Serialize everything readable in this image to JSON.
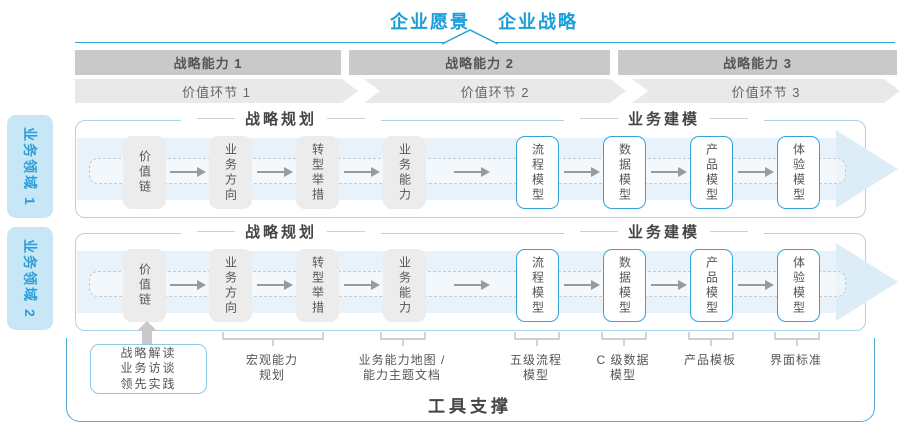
{
  "header": {
    "vision_label": "企业愿景",
    "strategy_label": "企业战略"
  },
  "strategic_capabilities": [
    {
      "label": "战略能力 1"
    },
    {
      "label": "战略能力 2"
    },
    {
      "label": "战略能力 3"
    }
  ],
  "value_links": [
    {
      "label": "价值环节 1"
    },
    {
      "label": "价值环节 2"
    },
    {
      "label": "价值环节 3"
    }
  ],
  "business_domains": [
    {
      "label": "业务领域 1"
    },
    {
      "label": "业务领域 2"
    }
  ],
  "flow": {
    "planning_header": "战略规划",
    "modeling_header": "业务建模",
    "nodes": [
      {
        "label": "价值链"
      },
      {
        "label": "业务方向"
      },
      {
        "label": "转型举措"
      },
      {
        "label": "业务能力"
      },
      {
        "label": "流程模型"
      },
      {
        "label": "数据模型"
      },
      {
        "label": "产品模型"
      },
      {
        "label": "体验模型"
      }
    ]
  },
  "annotations": {
    "input_box": {
      "lines": [
        "战略解读",
        "业务访谈",
        "领先实践"
      ]
    },
    "items": [
      {
        "line1": "宏观能力",
        "line2": "规划"
      },
      {
        "line1": "业务能力地图 /",
        "line2": "能力主题文档"
      },
      {
        "line1": "五级流程",
        "line2": "模型"
      },
      {
        "line1": "C 级数据",
        "line2": "模型"
      },
      {
        "line1": "产品模板",
        "line2": ""
      },
      {
        "line1": "界面标准",
        "line2": ""
      }
    ]
  },
  "footer": {
    "label": "工具支撑"
  },
  "colors": {
    "accent_blue": "#1b9dd9",
    "domain_fill": "#c8e7f6",
    "domain_text": "#2d9fd6",
    "container_border": "#a8d5ec",
    "band_fill": "#e7f2fa",
    "arrowhead_fill": "#dcedf8",
    "capability_bar_gray": "#c9c9c9",
    "chevron_gray": "#e9e9e9",
    "node_gray": "#ececec",
    "node_border_blue": "#35a3d8",
    "tool_border_blue": "#55aad8",
    "text_dark": "#454545"
  }
}
